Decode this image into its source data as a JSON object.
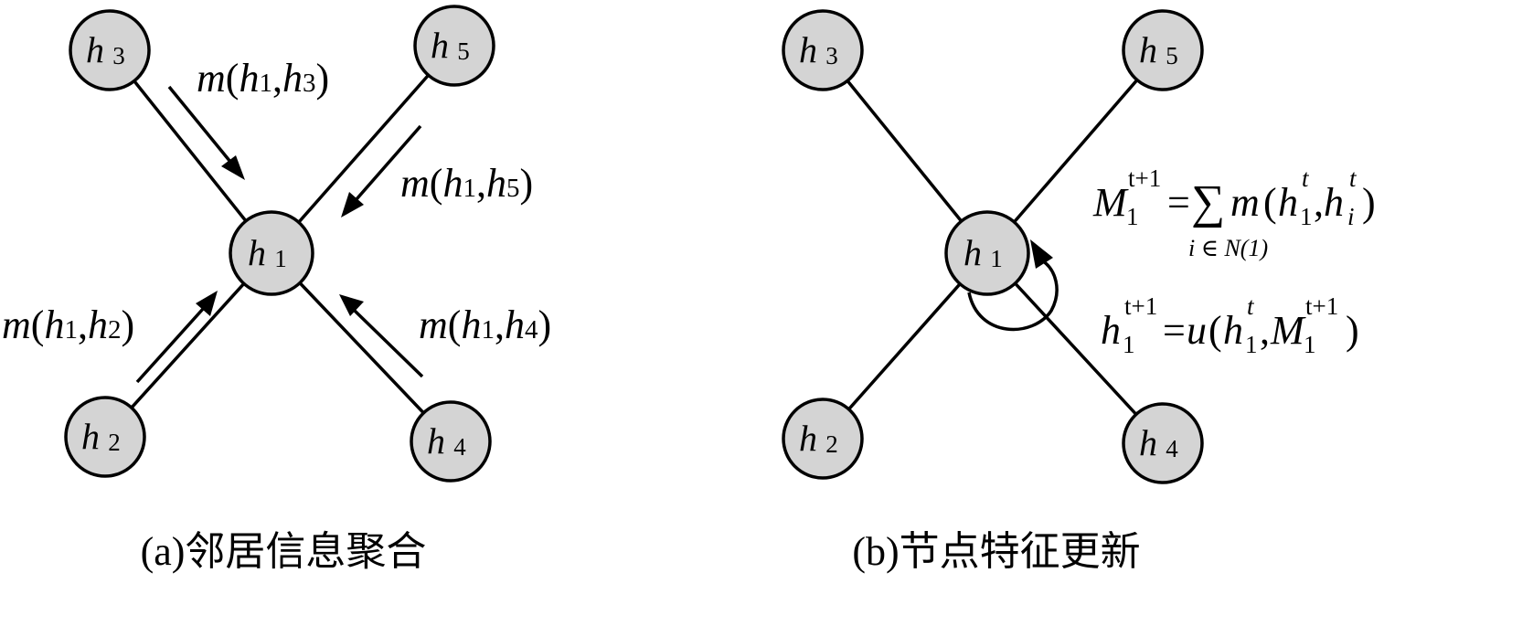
{
  "panel_a": {
    "caption": "(a)邻居信息聚合",
    "center": {
      "var": "h",
      "sub": "1"
    },
    "nodes": [
      {
        "var": "h",
        "sub": "3"
      },
      {
        "var": "h",
        "sub": "5"
      },
      {
        "var": "h",
        "sub": "2"
      },
      {
        "var": "h",
        "sub": "4"
      }
    ],
    "messages": [
      {
        "fn": "m",
        "a_var": "h",
        "a_sub": "1",
        "b_var": "h",
        "b_sub": "3"
      },
      {
        "fn": "m",
        "a_var": "h",
        "a_sub": "1",
        "b_var": "h",
        "b_sub": "5"
      },
      {
        "fn": "m",
        "a_var": "h",
        "a_sub": "1",
        "b_var": "h",
        "b_sub": "2"
      },
      {
        "fn": "m",
        "a_var": "h",
        "a_sub": "1",
        "b_var": "h",
        "b_sub": "4"
      }
    ]
  },
  "panel_b": {
    "caption": "(b)节点特征更新",
    "center": {
      "var": "h",
      "sub": "1"
    },
    "nodes": [
      {
        "var": "h",
        "sub": "3"
      },
      {
        "var": "h",
        "sub": "5"
      },
      {
        "var": "h",
        "sub": "2"
      },
      {
        "var": "h",
        "sub": "4"
      }
    ],
    "formula_1": {
      "lhs_var": "M",
      "lhs_sub": "1",
      "lhs_sup": "t+1",
      "equals": "=",
      "sum": "∑",
      "sum_index": "i ∈ N(1)",
      "fn": "m",
      "a_var": "h",
      "a_sub": "1",
      "a_sup": "t",
      "b_var": "h",
      "b_sub": "i",
      "b_sup": "t"
    },
    "formula_2": {
      "lhs_var": "h",
      "lhs_sub": "1",
      "lhs_sup": "t+1",
      "equals": "=",
      "fn": "u",
      "a_var": "h",
      "a_sub": "1",
      "a_sup": "t",
      "b_var": "M",
      "b_sub": "1",
      "b_sup": "t+1"
    }
  }
}
